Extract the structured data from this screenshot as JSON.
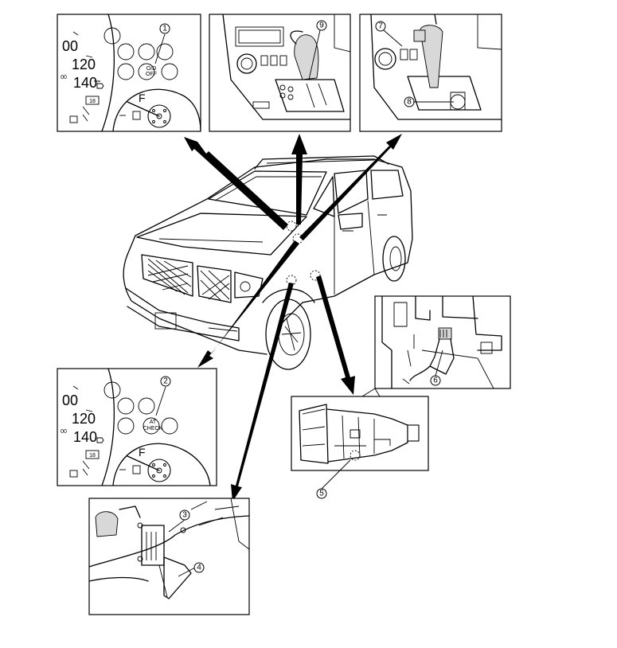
{
  "gauge_top": {
    "speed_labels": [
      "00",
      "120",
      "140"
    ],
    "speed_prefix": "00",
    "odo_digit": "18",
    "fuel_label": "F",
    "indicator_text": [
      "O/D",
      "OFF"
    ]
  },
  "gauge_bottom": {
    "speed_labels": [
      "00",
      "120",
      "140"
    ],
    "speed_prefix": "00",
    "odo_digit": "18",
    "fuel_label": "F",
    "indicator_text": [
      "AT",
      "CHECK"
    ]
  },
  "callouts": [
    "1",
    "2",
    "3",
    "4",
    "5",
    "6",
    "7",
    "8",
    "9"
  ]
}
